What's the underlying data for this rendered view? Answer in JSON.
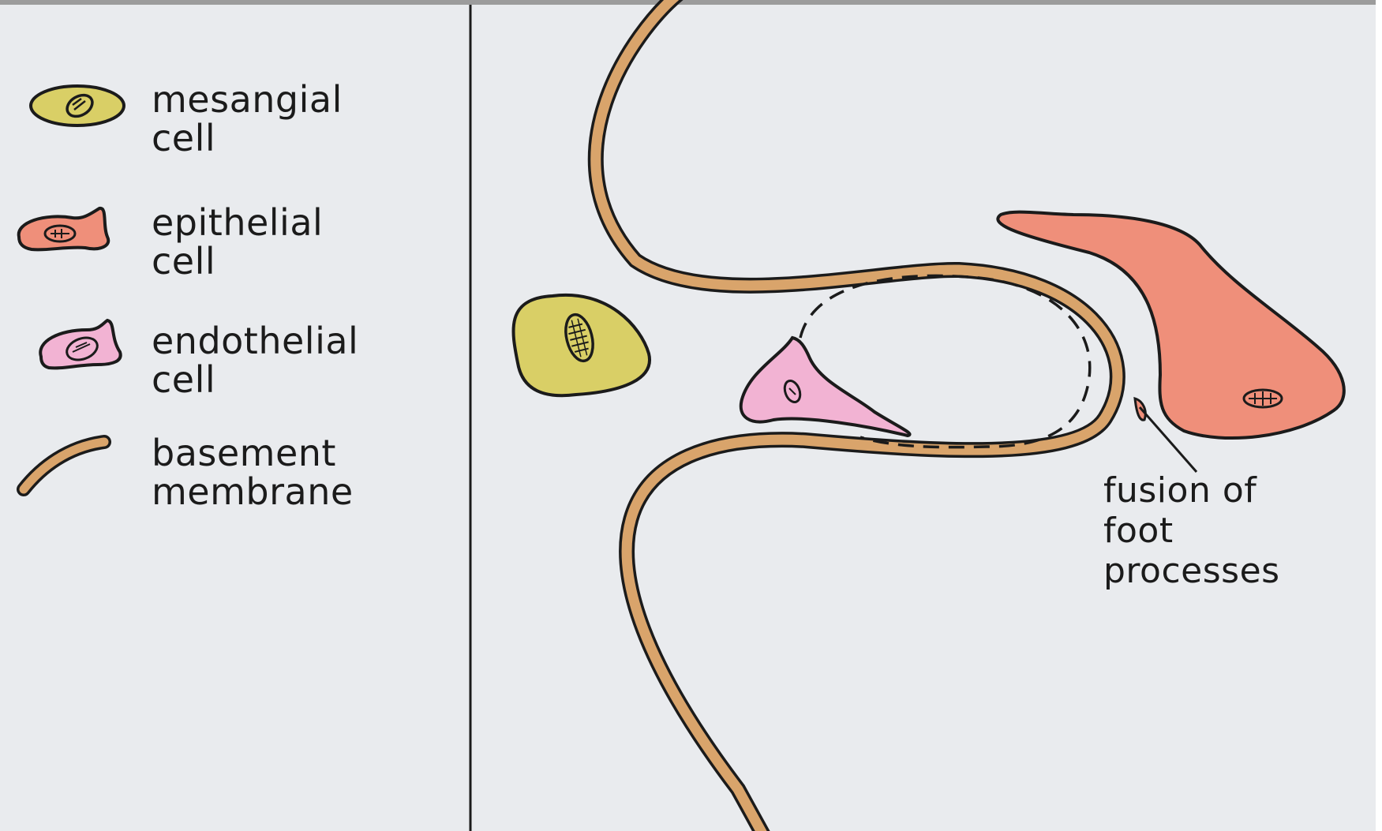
{
  "legend": {
    "items": [
      {
        "key": "mesangial",
        "label": "mesangial\ncell",
        "color": "#d9cf66"
      },
      {
        "key": "epithelial",
        "label": "epithelial\ncell",
        "color": "#ef8f7a"
      },
      {
        "key": "endothelial",
        "label": "endothelial\ncell",
        "color": "#f2b3d3"
      },
      {
        "key": "basement",
        "label": "basement\nmembrane",
        "color": "#d9a46b"
      }
    ]
  },
  "annotation": {
    "fusion_label": "fusion of\nfoot\nprocesses"
  },
  "colors": {
    "background": "#e9ebee",
    "outline": "#1b1b1b",
    "mesangial": "#d9cf66",
    "epithelial": "#ef8f7a",
    "endothelial": "#f2b3d3",
    "basement_membrane": "#d9a46b"
  }
}
